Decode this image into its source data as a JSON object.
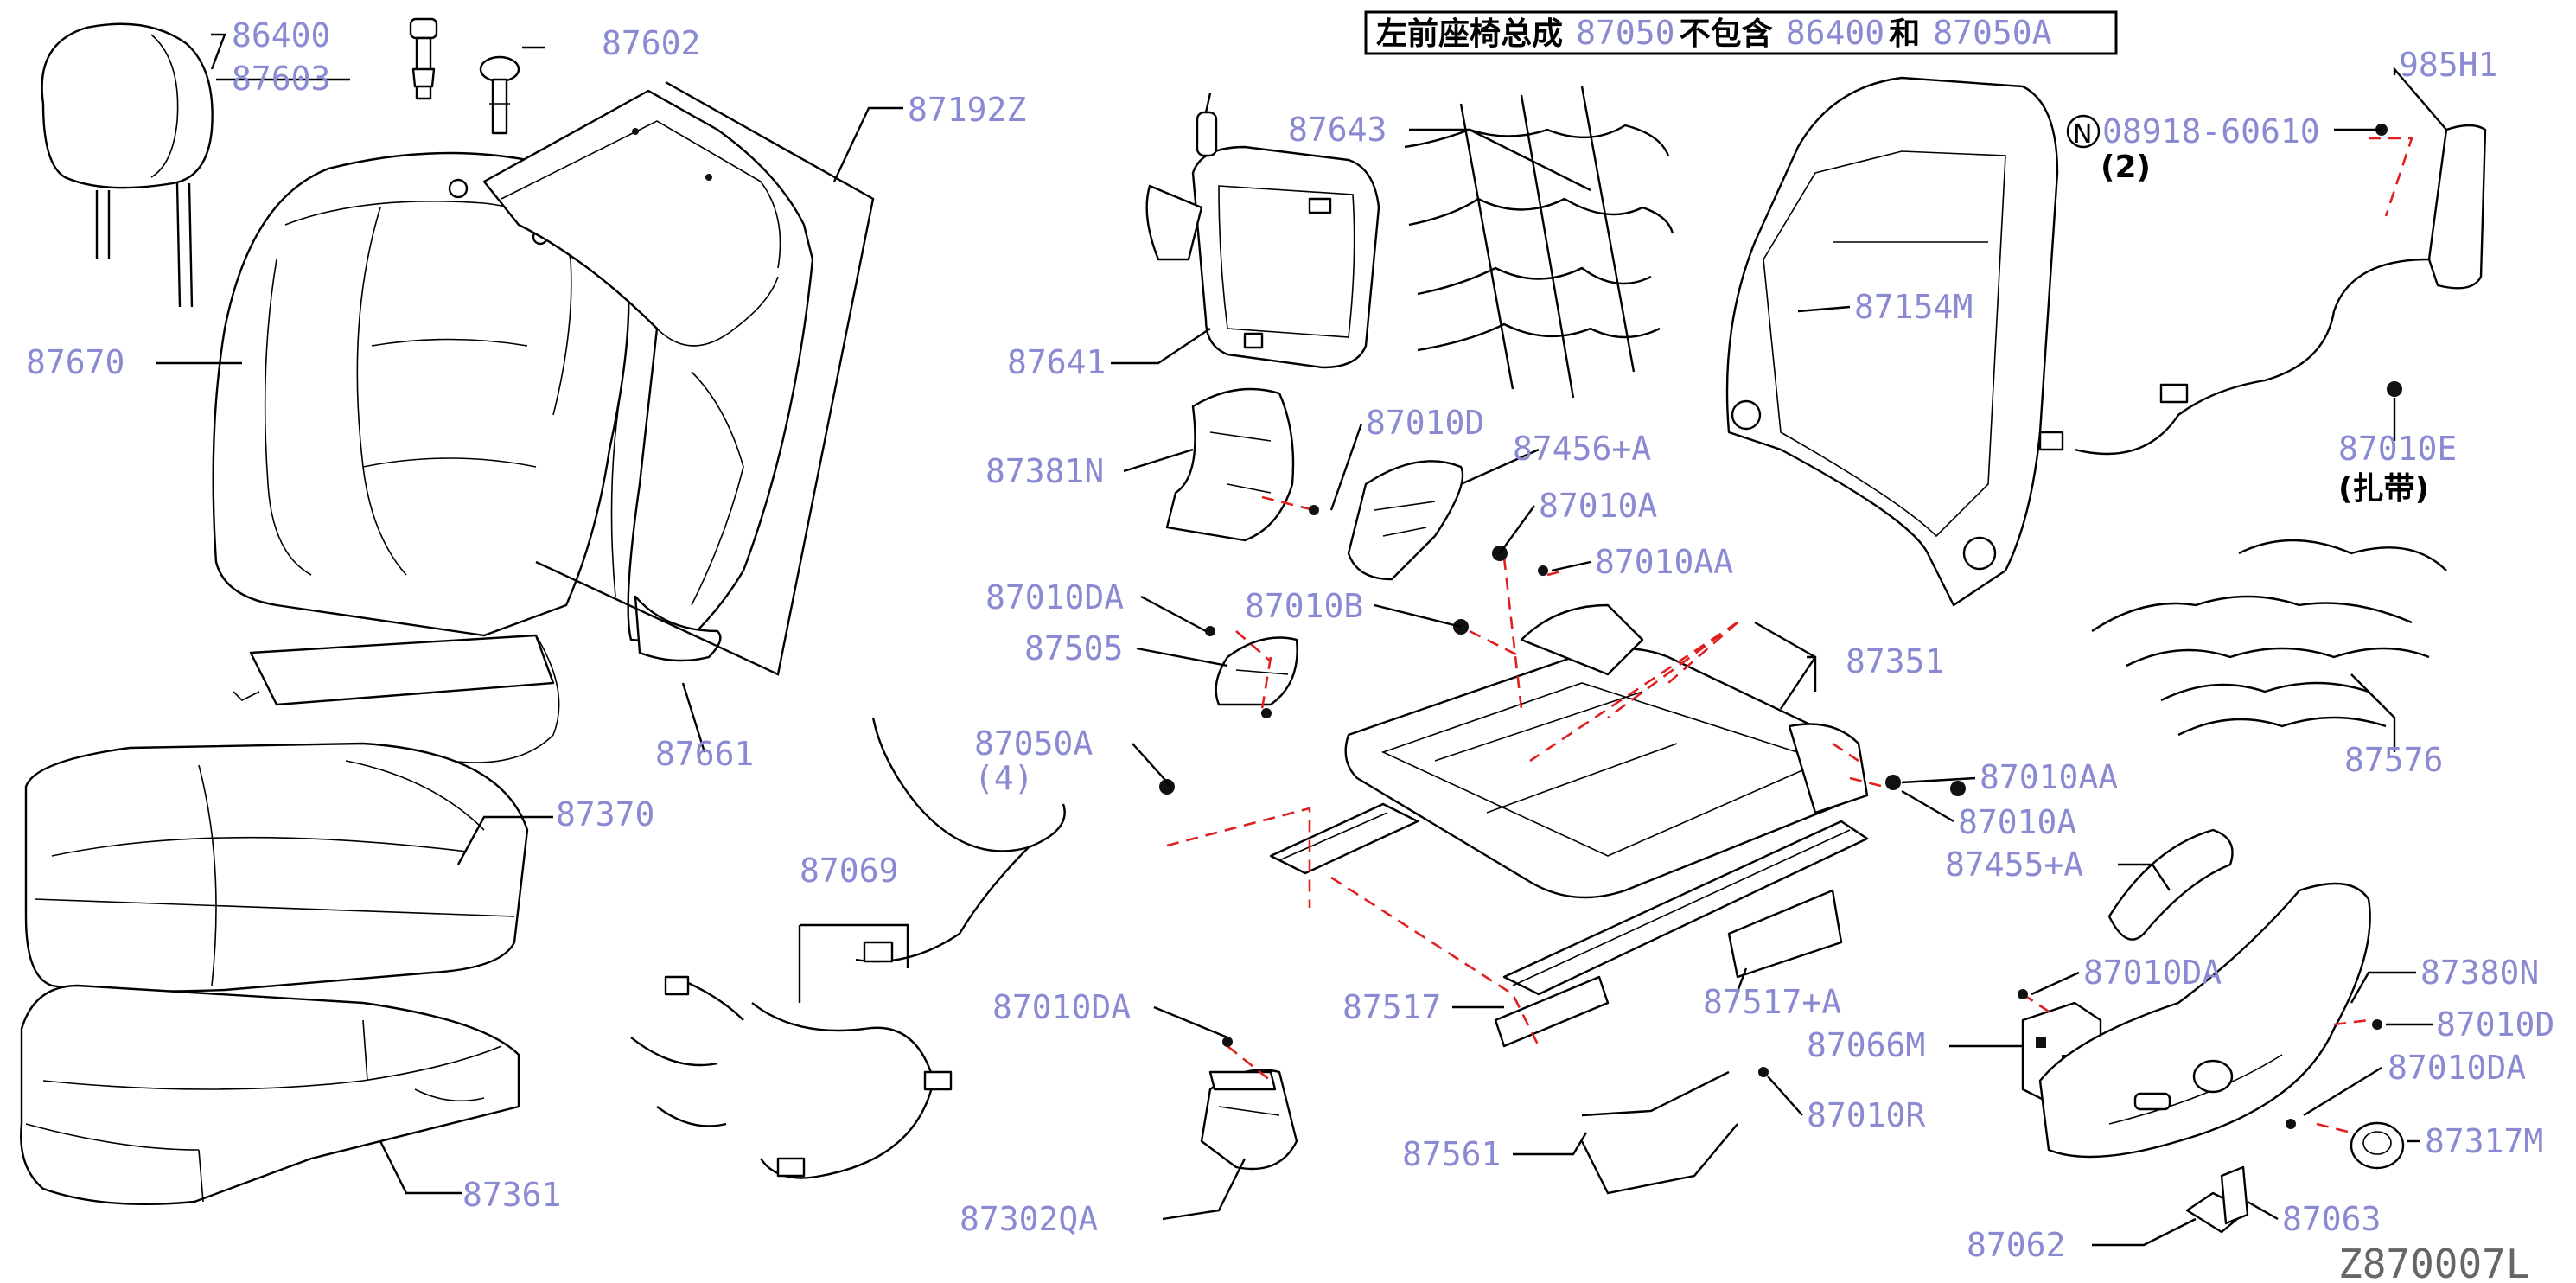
{
  "title": {
    "prefix": "左前座椅总成",
    "code1": "87050",
    "mid": "不包含",
    "code2": "86400",
    "join": "和",
    "code3": "87050A"
  },
  "labels": {
    "p86400": "86400",
    "p87603": "87603",
    "p87602": "87602",
    "p87192Z": "87192Z",
    "p87670": "87670",
    "p87661": "87661",
    "p87370": "87370",
    "p87361": "87361",
    "p87643": "87643",
    "p87641": "87641",
    "p87381N": "87381N",
    "p87010D_a": "87010D",
    "p87456A": "87456+A",
    "p87010A_a": "87010A",
    "p87010AA_a": "87010AA",
    "p87010DA_a": "87010DA",
    "p87010B": "87010B",
    "p87505": "87505",
    "p87050A": "87050A",
    "qty4": "(4)",
    "p87069": "87069",
    "p87351": "87351",
    "p87010AA_b": "87010AA",
    "p87010A_b": "87010A",
    "p87010DA_b": "87010DA",
    "p87517": "87517",
    "p87517A": "87517+A",
    "p87302QA": "87302QA",
    "p87066M": "87066M",
    "p87561": "87561",
    "p87010R": "87010R",
    "p87154M": "87154M",
    "n_symbol": "N",
    "p08918": "08918-60610",
    "qty2": "(2)",
    "p985H1": "985H1",
    "p87010E": "87010E",
    "tie_note": "(扎带)",
    "p87576": "87576",
    "p87455A": "87455+A",
    "p87010DA_c": "87010DA",
    "p87380N": "87380N",
    "p87010D_b": "87010D",
    "p87010DA_d": "87010DA",
    "p87317M": "87317M",
    "p87062": "87062",
    "p87063": "87063"
  },
  "footer_code": "Z870007L"
}
